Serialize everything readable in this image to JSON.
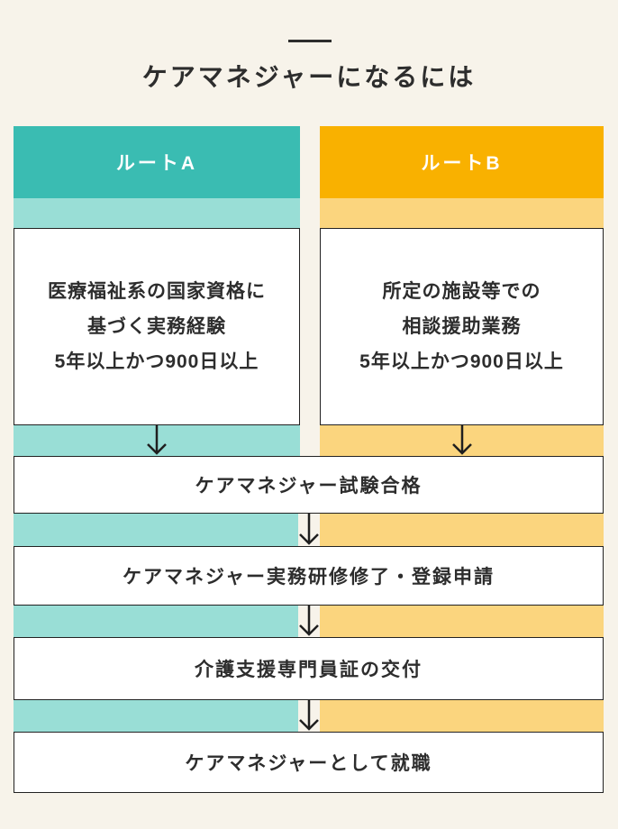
{
  "page": {
    "title": "ケアマネジャーになるには",
    "background_color": "#F7F3EA",
    "text_color": "#2D2D2D",
    "box_border_color": "#222222",
    "box_fill_color": "#FFFFFF"
  },
  "routes": [
    {
      "label": "ルートA",
      "header_color": "#3ABCB2",
      "band_color": "#99DED6",
      "requirement_lines": [
        "医療福祉系の国家資格に",
        "基づく実務経験",
        "5年以上かつ900日以上"
      ]
    },
    {
      "label": "ルートB",
      "header_color": "#F9B100",
      "band_color": "#FBD57E",
      "requirement_lines": [
        "所定の施設等での",
        "相談援助業務",
        "5年以上かつ900日以上"
      ]
    }
  ],
  "shared_steps": [
    "ケアマネジャー試験合格",
    "ケアマネジャー実務研修修了・登録申請",
    "介護支援専門員証の交付",
    "ケアマネジャーとして就職"
  ],
  "icons": {
    "down_arrow": "↓",
    "arrow_color": "#1F1F1F"
  }
}
